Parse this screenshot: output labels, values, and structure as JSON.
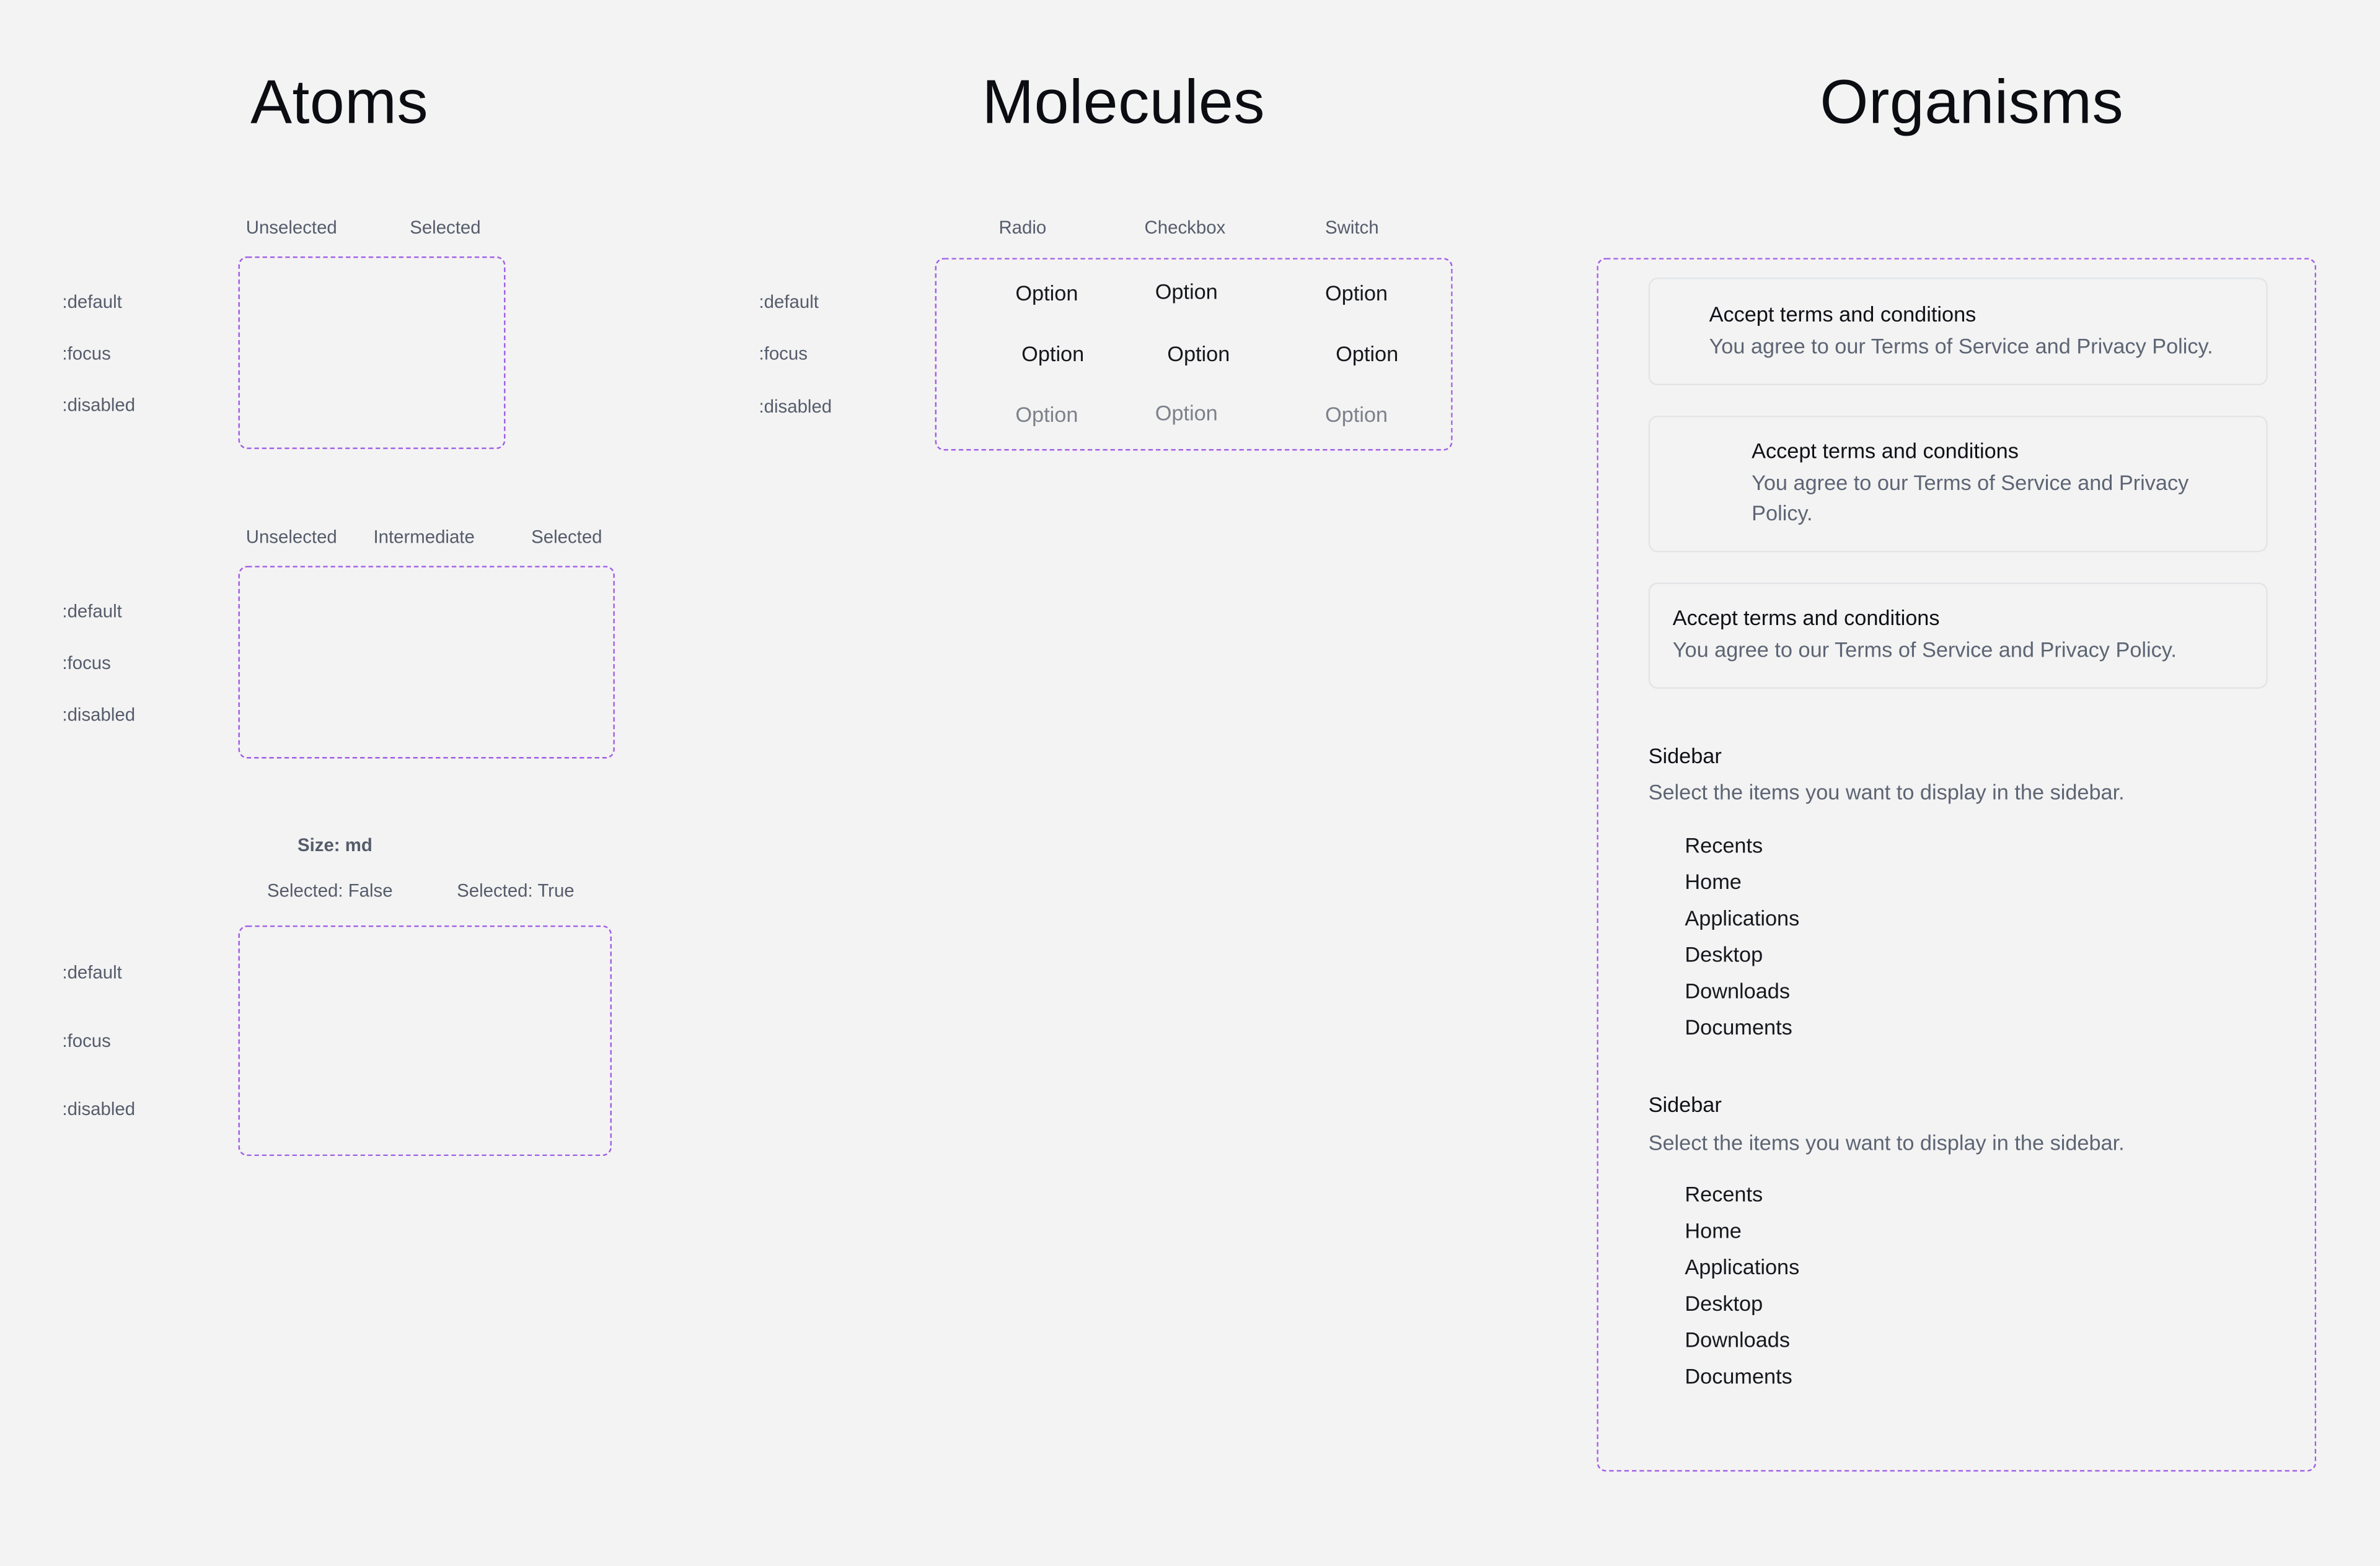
{
  "titles": {
    "atoms": "Atoms",
    "molecules": "Molecules",
    "organisms": "Organisms"
  },
  "states": {
    "default": ":default",
    "focus": ":focus",
    "disabled": ":disabled"
  },
  "radio_atoms": {
    "col_unselected": "Unselected",
    "col_selected": "Selected"
  },
  "checkbox_atoms": {
    "col_unselected": "Unselected",
    "col_intermediate": "Intermediate",
    "col_selected": "Selected"
  },
  "switch_atoms": {
    "size": "Size: md",
    "col_false": "Selected: False",
    "col_true": "Selected: True"
  },
  "molecules": {
    "col_radio": "Radio",
    "col_checkbox": "Checkbox",
    "col_switch": "Switch",
    "option": "Option"
  },
  "organisms": {
    "card_title": "Accept terms and conditions",
    "card_desc": "You agree to our Terms of Service and Privacy Policy.",
    "switch_card_desc": "You agree to our Terms of Service and Privacy Policy.",
    "sidebar_title": "Sidebar",
    "sidebar_desc": "Select the items you want to display in the sidebar.",
    "items": [
      "Recents",
      "Home",
      "Applications",
      "Desktop",
      "Downloads",
      "Documents"
    ]
  },
  "colors": {
    "primary": "#0d5f6f",
    "disabled": "#7ea9b2",
    "dash": "#a15ee6",
    "switch_off": "#dfe4ea"
  }
}
